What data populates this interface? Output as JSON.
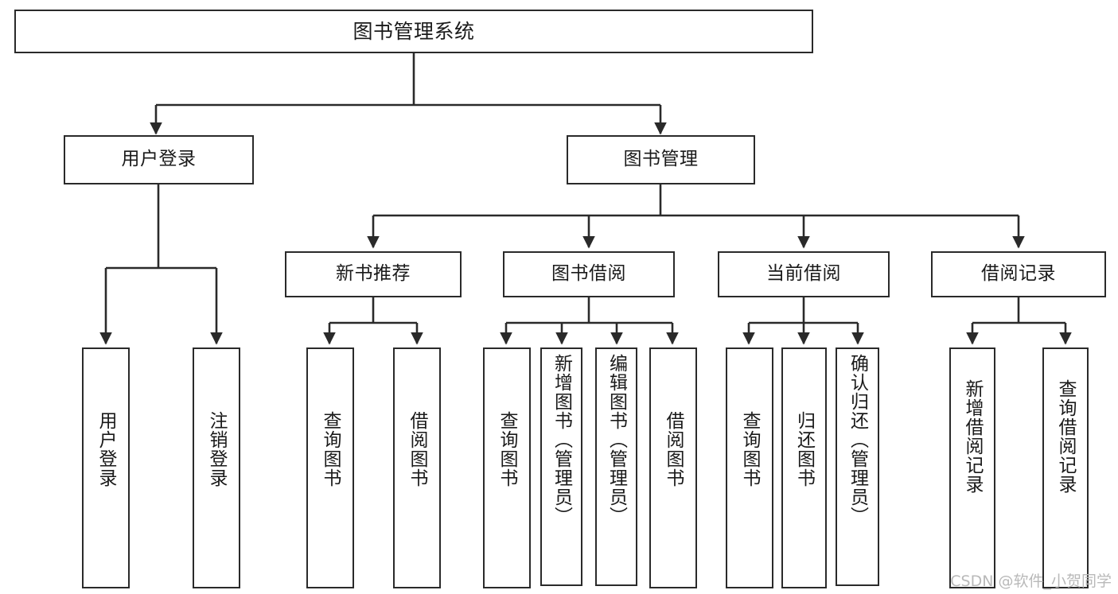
{
  "diagram": {
    "title": "图书管理系统",
    "type": "tree",
    "orientation": "top-down",
    "background_color": "#ffffff",
    "node_border_color": "#2a2a2a",
    "node_fill_color": "#ffffff",
    "edge_color": "#2a2a2a",
    "text_color": "#1a1a1a"
  },
  "nodes": {
    "root": {
      "label": "图书管理系统"
    },
    "level2": [
      {
        "id": "user-login",
        "label": "用户登录"
      },
      {
        "id": "book-manage",
        "label": "图书管理"
      }
    ],
    "level3": [
      {
        "id": "new-book-recommend",
        "label": "新书推荐"
      },
      {
        "id": "book-borrow",
        "label": "图书借阅"
      },
      {
        "id": "current-borrow",
        "label": "当前借阅"
      },
      {
        "id": "borrow-record",
        "label": "借阅记录"
      }
    ],
    "leaves": [
      {
        "id": "leaf-user-login",
        "label": "用户登录",
        "parent": "user-login"
      },
      {
        "id": "leaf-logout-login",
        "label": "注销登录",
        "parent": "user-login"
      },
      {
        "id": "leaf-query-book-1",
        "label": "查询图书",
        "parent": "new-book-recommend"
      },
      {
        "id": "leaf-borrow-book-1",
        "label": "借阅图书",
        "parent": "new-book-recommend"
      },
      {
        "id": "leaf-query-book-2",
        "label": "查询图书",
        "parent": "book-borrow"
      },
      {
        "id": "leaf-add-book",
        "label": "新增图书（管理员）",
        "parent": "book-borrow"
      },
      {
        "id": "leaf-edit-book",
        "label": "编辑图书（管理员）",
        "parent": "book-borrow"
      },
      {
        "id": "leaf-borrow-book-2",
        "label": "借阅图书",
        "parent": "book-borrow"
      },
      {
        "id": "leaf-query-book-3",
        "label": "查询图书",
        "parent": "current-borrow"
      },
      {
        "id": "leaf-return-book",
        "label": "归还图书",
        "parent": "current-borrow"
      },
      {
        "id": "leaf-confirm-return",
        "label": "确认归还（管理员）",
        "parent": "current-borrow"
      },
      {
        "id": "leaf-add-record",
        "label": "新增借阅记录",
        "parent": "borrow-record"
      },
      {
        "id": "leaf-query-record",
        "label": "查询借阅记录",
        "parent": "borrow-record"
      }
    ]
  },
  "watermark": {
    "text": "CSDN @软件_小贺同学"
  }
}
